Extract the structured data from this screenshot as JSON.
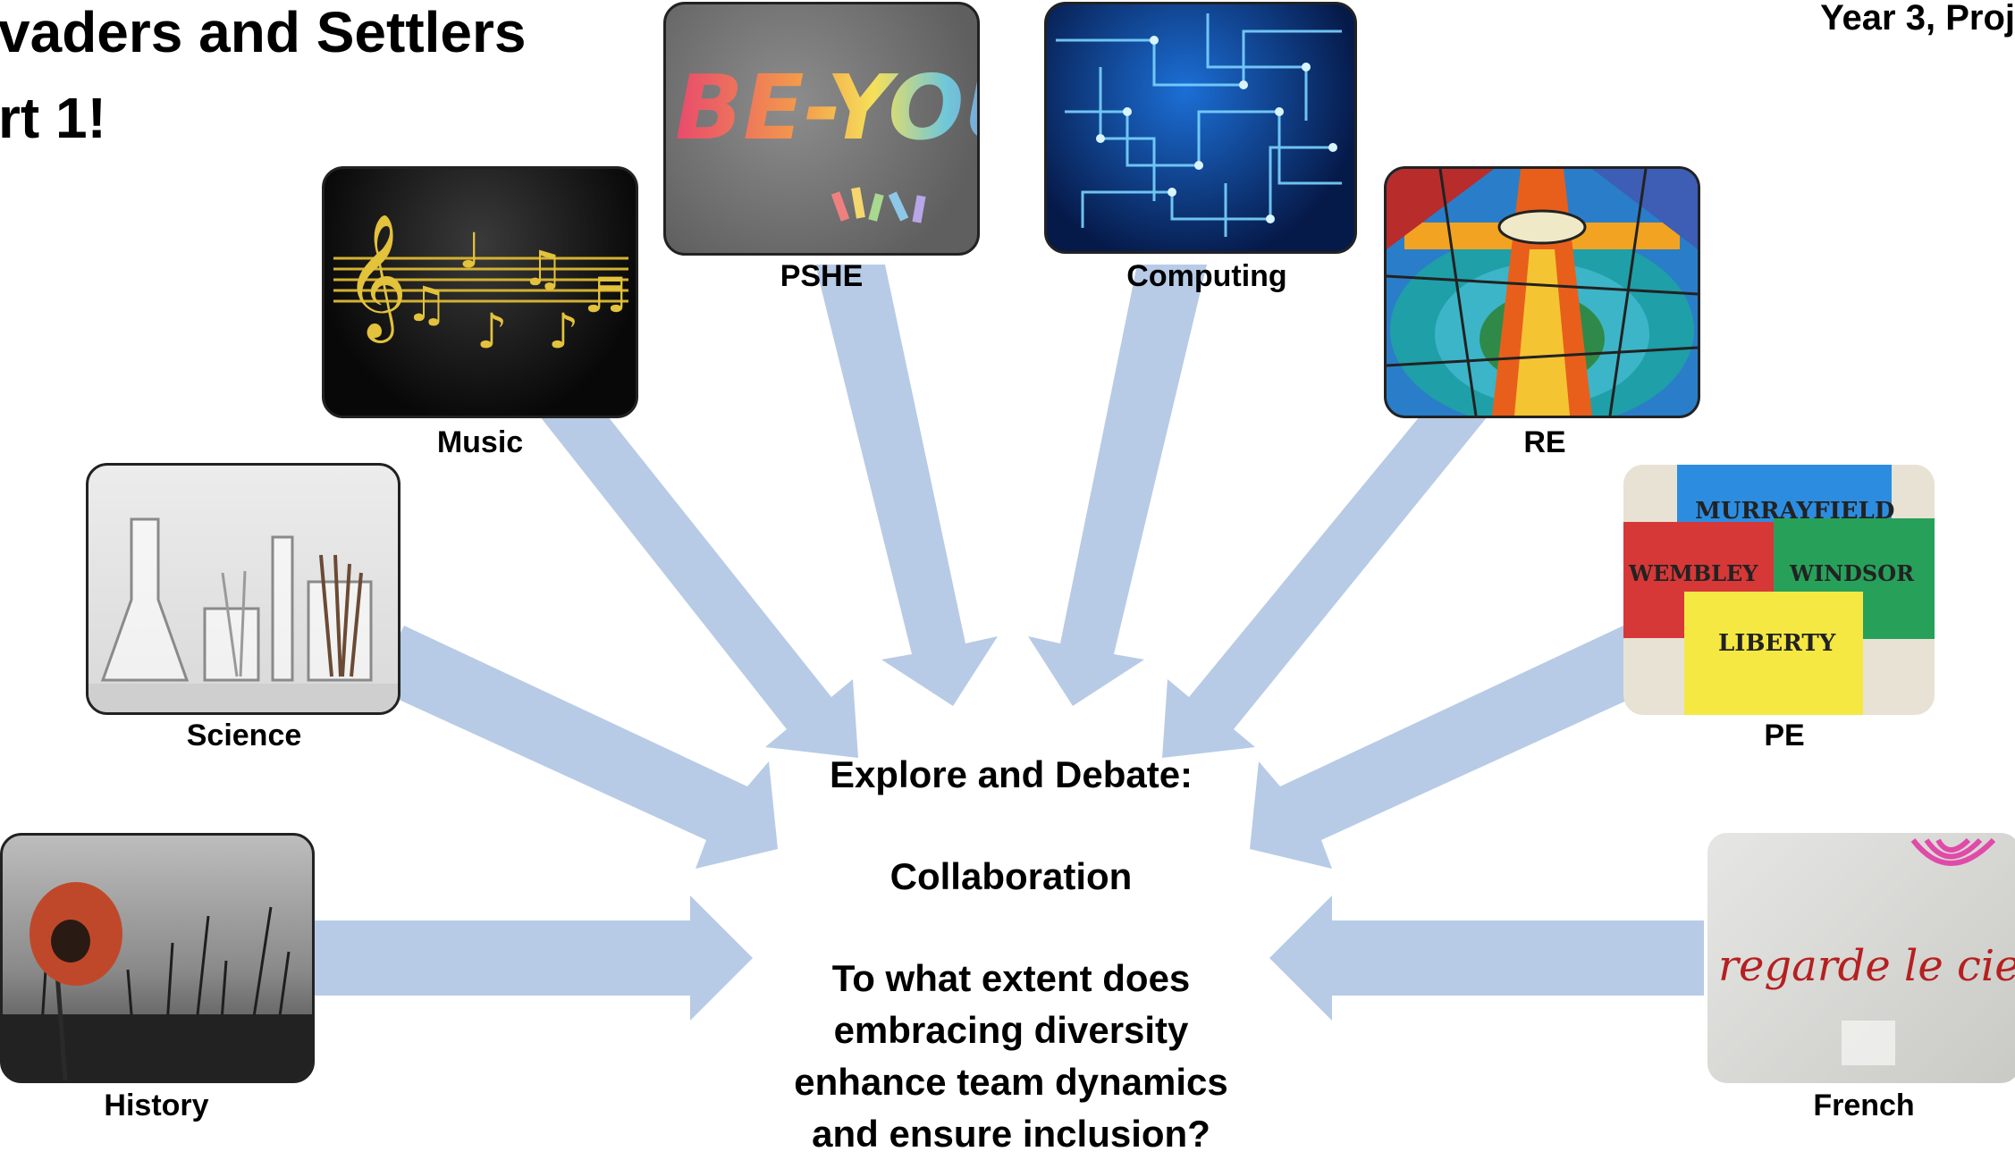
{
  "header": {
    "title_line1": "vaders and Settlers",
    "title_line2": "rt 1!",
    "year_label": "Year 3, Proj"
  },
  "subjects": {
    "music": "Music",
    "pshe": "PSHE",
    "computing": "Computing",
    "re": "RE",
    "science": "Science",
    "pe": "PE",
    "history": "History",
    "french": "French"
  },
  "pshe_image": {
    "text": "BE-YOU"
  },
  "pe_image": {
    "shirts": [
      "MURRAYFIELD",
      "WEMBLEY",
      "WINDSOR",
      "LIBERTY"
    ]
  },
  "french_image": {
    "text": "regarde le ciel..."
  },
  "center": {
    "heading": "Explore and Debate:",
    "topic": "Collaboration",
    "question_line1": "To what extent does",
    "question_line2": "embracing diversity",
    "question_line3": "enhance team dynamics",
    "question_line4": "and ensure inclusion?"
  },
  "colors": {
    "arrow": "#b7cbe6",
    "tile_border": "#222222"
  }
}
